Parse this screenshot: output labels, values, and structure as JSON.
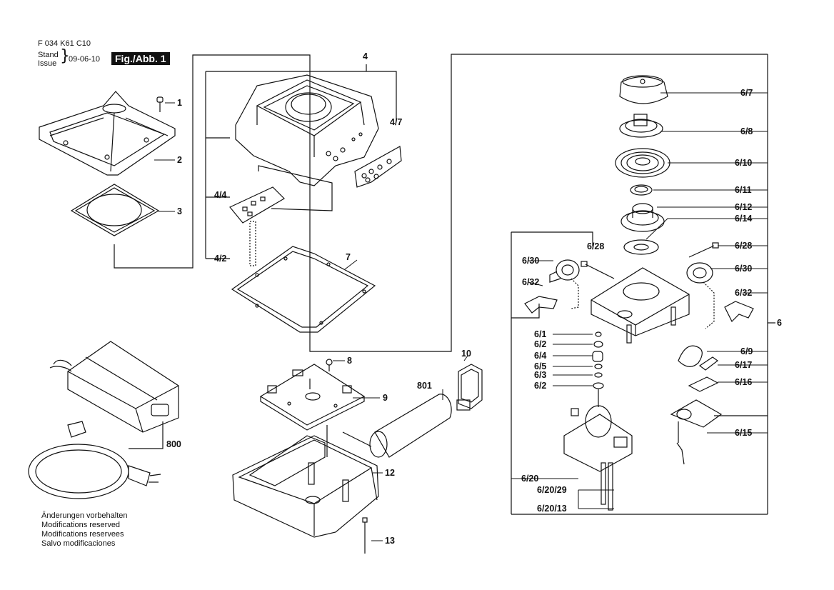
{
  "header": {
    "doc_number": "F 034 K61 C10",
    "stand_label": "Stand",
    "issue_label": "Issue",
    "brace": "}",
    "date": "09-06-10",
    "figure_title": "Fig./Abb. 1"
  },
  "footer": {
    "notices": [
      "Änderungen vorbehalten",
      "Modifications reserved",
      "Modifications reservees",
      "Salvo modificaciones"
    ]
  },
  "labels": {
    "p1": "1",
    "p2": "2",
    "p3": "3",
    "p4": "4",
    "p4_7": "4/7",
    "p4_4": "4/4",
    "p4_2": "4/2",
    "p7": "7",
    "p8": "8",
    "p9": "9",
    "p10": "10",
    "p801": "801",
    "p800": "800",
    "p12": "12",
    "p13": "13",
    "p6": "6",
    "p6_7": "6/7",
    "p6_8": "6/8",
    "p6_10": "6/10",
    "p6_11": "6/11",
    "p6_12": "6/12",
    "p6_14": "6/14",
    "p6_28a": "6/28",
    "p6_28b": "6/28",
    "p6_30a": "6/30",
    "p6_30b": "6/30",
    "p6_32a": "6/32",
    "p6_32b": "6/32",
    "p6_1": "6/1",
    "p6_2a": "6/2",
    "p6_4": "6/4",
    "p6_5": "6/5",
    "p6_3": "6/3",
    "p6_2b": "6/2",
    "p6_9": "6/9",
    "p6_17": "6/17",
    "p6_16": "6/16",
    "p6_15": "6/15",
    "p6_20": "6/20",
    "p6_20_29": "6/20/29",
    "p6_20_13": "6/20/13"
  }
}
